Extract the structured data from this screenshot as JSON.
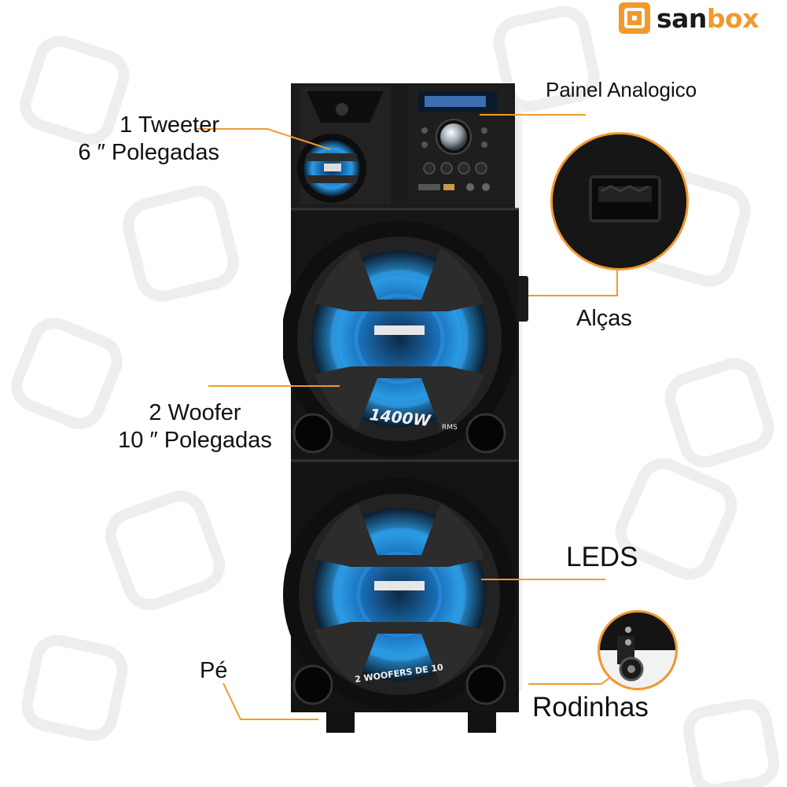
{
  "brand": {
    "name_part1": "san",
    "name_part2": "box",
    "colors": {
      "accent": "#f2992e",
      "text": "#1a1a1a",
      "led": "#1e7fd9"
    }
  },
  "product": {
    "badge_text": "1400W",
    "badge_sub": "RMS",
    "lower_ring_text": "2 WOOFERS DE 10"
  },
  "callouts": {
    "tweeter": {
      "line1": "1 Tweeter",
      "line2": "6 ″ Polegadas"
    },
    "panel": {
      "text": "Painel Analogico"
    },
    "handles": {
      "text": "Alças"
    },
    "woofer": {
      "line1": "2 Woofer",
      "line2": "10 ″ Polegadas"
    },
    "leds": {
      "text": "LEDS"
    },
    "foot": {
      "text": "Pé"
    },
    "wheels": {
      "text": "Rodinhas"
    }
  }
}
